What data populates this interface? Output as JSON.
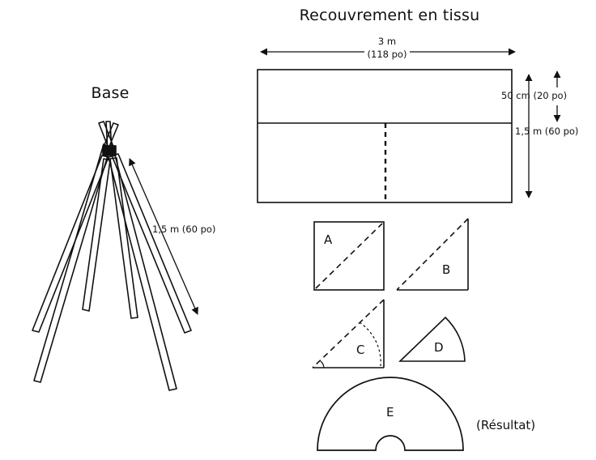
{
  "titles": {
    "base": "Base",
    "cover": "Recouvrement en tissu"
  },
  "dimensions": {
    "width_value": "3 m",
    "width_alt": "(118 po)",
    "strip_height": "50 cm (20 po)",
    "total_height": "1,5 m (60 po)",
    "pole_length": "1,5 m (60 po)"
  },
  "pieces": {
    "a": "A",
    "b": "B",
    "c": "C",
    "d": "D",
    "e": "E"
  },
  "result_label": "(Résultat)",
  "colors": {
    "ink": "#111111",
    "background": "#ffffff"
  }
}
